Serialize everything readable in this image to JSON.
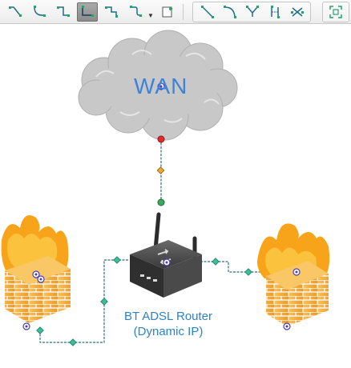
{
  "toolbar": {
    "buttons": [
      {
        "name": "connector-straight-icon",
        "active": false
      },
      {
        "name": "connector-curved-icon",
        "active": false
      },
      {
        "name": "connector-step-icon",
        "active": false
      },
      {
        "name": "connector-orthogonal-icon",
        "active": true
      },
      {
        "name": "connector-tree-icon",
        "active": false
      },
      {
        "name": "connector-round-icon",
        "active": false
      },
      {
        "name": "insert-shape-icon",
        "active": false
      },
      {
        "name": "line-straight-icon",
        "active": false
      },
      {
        "name": "line-arc-icon",
        "active": false
      },
      {
        "name": "line-bezier-icon",
        "active": false
      },
      {
        "name": "line-split-icon",
        "active": false
      },
      {
        "name": "line-cross-icon",
        "active": false
      },
      {
        "name": "fit-page-icon",
        "active": false
      }
    ]
  },
  "diagram": {
    "cloud_label": "WAN",
    "router_label_line1": "BT ADSL Router",
    "router_label_line2": "(Dynamic IP)",
    "colors": {
      "cloud": "#c8c8c8",
      "cloud_text": "#3c84d8",
      "label": "#2d82c7",
      "connector": "#2f6f86",
      "fire_orange": "#f7a41a",
      "fire_yellow": "#fbc23e",
      "brick": "#f6b548",
      "handle_green": "#3aaa5c",
      "handle_red": "#e12b2b",
      "handle_orange": "#f0a830",
      "diamond": "#3bbf9a"
    }
  }
}
